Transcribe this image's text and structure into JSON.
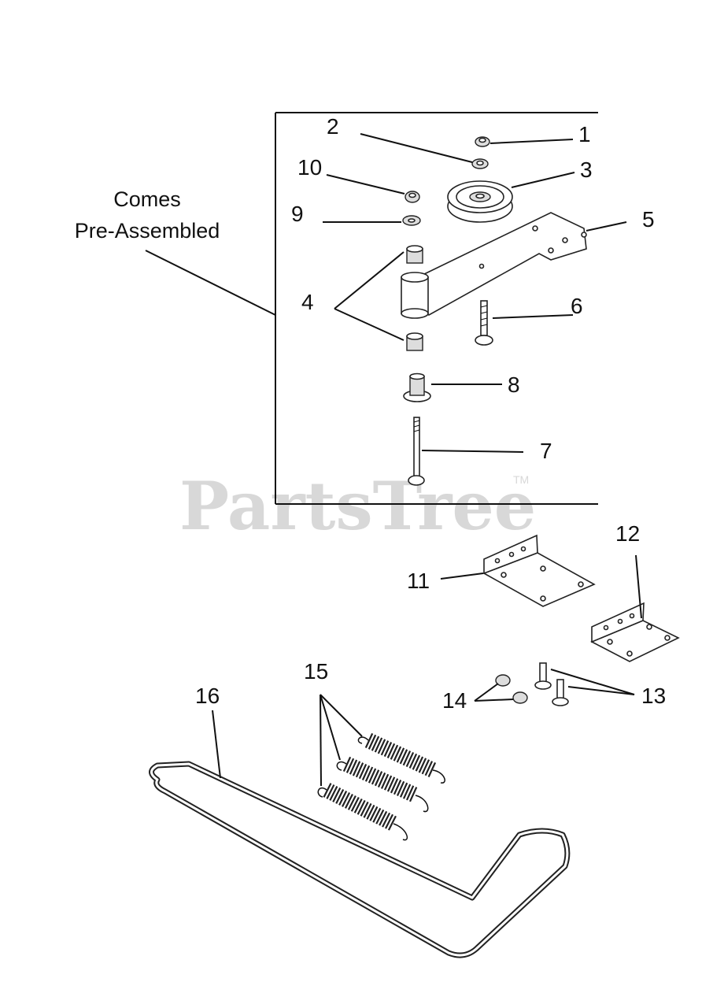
{
  "watermark": {
    "text": "PartsTree",
    "trademark": "TM"
  },
  "note": {
    "line1": "Comes",
    "line2": "Pre-Assembled"
  },
  "callouts": {
    "c1": "1",
    "c2": "2",
    "c3": "3",
    "c4": "4",
    "c5": "5",
    "c6": "6",
    "c7": "7",
    "c8": "8",
    "c9": "9",
    "c10": "10",
    "c11": "11",
    "c12": "12",
    "c13": "13",
    "c14": "14",
    "c15": "15",
    "c16": "16"
  }
}
